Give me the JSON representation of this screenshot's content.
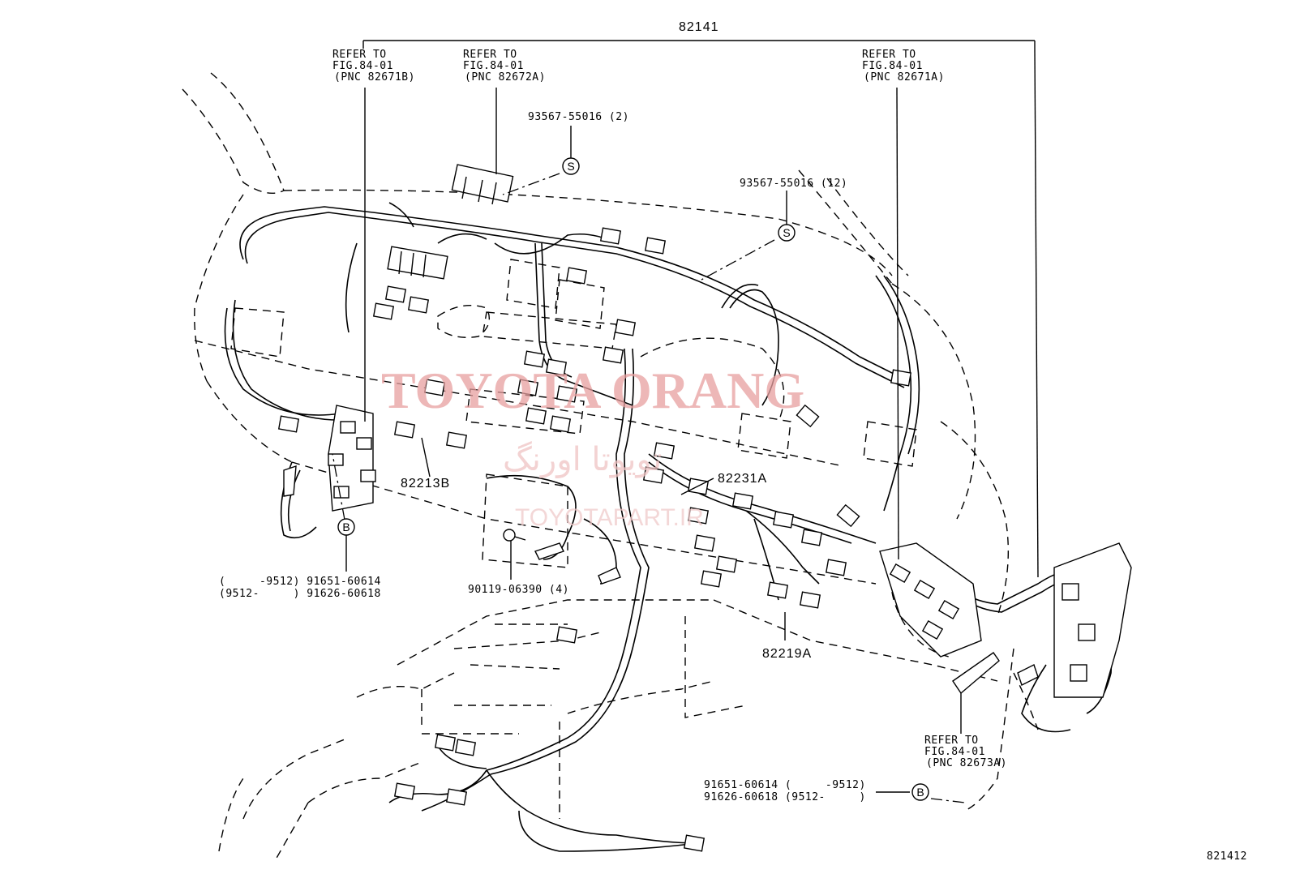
{
  "diagram": {
    "part_top": "82141",
    "figure_id": "821412",
    "refs": [
      {
        "line1": "REFER TO",
        "line2": "FIG.84-01",
        "line3": "(PNC 82671B)"
      },
      {
        "line1": "REFER TO",
        "line2": "FIG.84-01",
        "line3": "(PNC 82672A)"
      },
      {
        "line1": "REFER TO",
        "line2": "FIG.84-01",
        "line3": "(PNC 82671A)"
      },
      {
        "line1": "REFER TO",
        "line2": "FIG.84-01",
        "line3": "(PNC 82673A)"
      }
    ],
    "screw_labels": {
      "upper_small": "93567-55016 (2)",
      "upper_large": "93567-55016 (12)",
      "symbol": "S"
    },
    "harness_parts": {
      "left": "82213B",
      "center": "82231A",
      "lower": "82219A"
    },
    "bolt_left": {
      "line1": "(     -9512) 91651-60614",
      "line2": "(9512-     ) 91626-60618",
      "symbol": "B"
    },
    "bolt_right": {
      "line1": "91651-60614 (     -9512)",
      "line2": "91626-60618 (9512-     )",
      "symbol": "B"
    },
    "clip": "90119-06390 (4)"
  },
  "watermark": {
    "main": "TOYOTA ORANG",
    "persian": "تویوتا اورنگ",
    "site": "TOYOTAPART.IR"
  }
}
